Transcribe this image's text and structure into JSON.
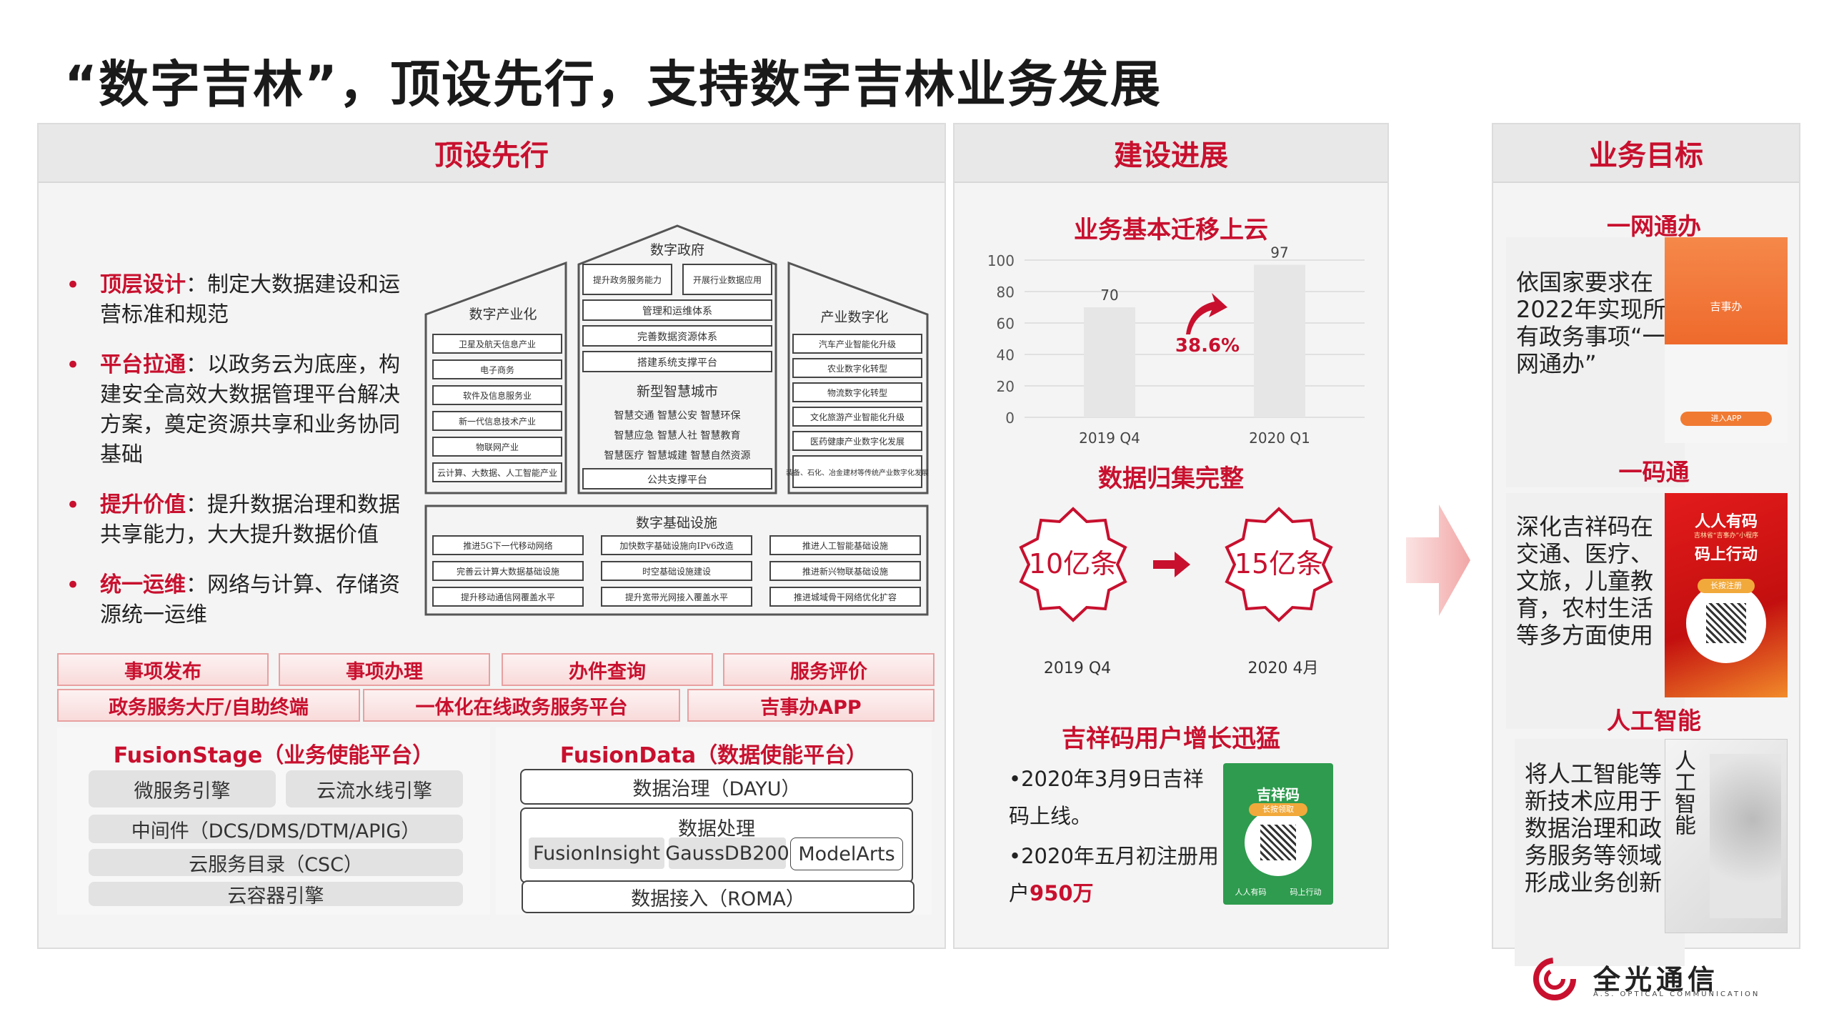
{
  "title": "“数字吉林”，顶设先行，支持数字吉林业务发展",
  "left": {
    "header": "顶设先行",
    "bullets": [
      {
        "key": "顶层设计",
        "text": "：制定大数据建设和运营标准和规范"
      },
      {
        "key": "平台拉通",
        "text": "：以政务云为底座，构建安全高效大数据管理平台解决方案，奠定资源共享和业务协同基础"
      },
      {
        "key": "提升价值",
        "text": "：提升数据治理和数据共享能力，大大提升数据价值"
      },
      {
        "key": "统一运维",
        "text": "：网络与计算、存储资源统一运维"
      }
    ],
    "diagram": {
      "gov_title": "数字政府",
      "gov_top": [
        "提升政务服务能力",
        "开展行业数据应用"
      ],
      "gov_rows": [
        "管理和运维体系",
        "完善数据资源体系",
        "搭建系统支撑平台"
      ],
      "city_title": "新型智慧城市",
      "city_rows": [
        "智慧交通  智慧公安  智慧环保",
        "智慧应急  智慧人社  智慧教育",
        "智慧医疗  智慧城建  智慧自然资源"
      ],
      "city_bottom": "公共支撑平台",
      "ind_title": "数字产业化",
      "ind_rows": [
        "卫星及航天信息产业",
        "电子商务",
        "软件及信息服务业",
        "新一代信息技术产业",
        "物联网产业",
        "云计算、大数据、人工智能产业"
      ],
      "dig_title": "产业数字化",
      "dig_rows": [
        "汽车产业智能化升级",
        "农业数字化转型",
        "物流数字化转型",
        "文化旅游产业智能化升级",
        "医药健康产业数字化发展",
        "装备、石化、冶金建材等传统产业数字化发展"
      ],
      "infra_title": "数字基础设施",
      "infra_rows": [
        [
          "推进5G下一代移动网络",
          "加快数字基础设施向IPv6改造",
          "推进人工智能基础设施"
        ],
        [
          "完善云计算大数据基础设施",
          "时空基础设施建设",
          "推进新兴物联基础设施"
        ],
        [
          "提升移动通信网覆盖水平",
          "提升宽带光网接入覆盖水平",
          "推进城域骨干网络优化扩容"
        ]
      ]
    },
    "tags_top": [
      "事项发布",
      "事项办理",
      "办件查询",
      "服务评价"
    ],
    "tags_bottom": [
      "政务服务大厅/自助终端",
      "一体化在线政务服务平台",
      "吉事办APP"
    ],
    "fusionstage": {
      "title": "FusionStage（业务使能平台）",
      "row1": [
        "微服务引擎",
        "云流水线引擎"
      ],
      "row2": "中间件（DCS/DMS/DTM/APIG）",
      "row3": "云服务目录（CSC）",
      "row4": "云容器引擎"
    },
    "fusiondata": {
      "title": "FusionData（数据使能平台）",
      "governance": "数据治理（DAYU）",
      "processing": "数据处理",
      "tools": [
        "FusionInsight",
        "GaussDB200",
        "ModelArts"
      ],
      "ingest": "数据接入（ROMA）"
    }
  },
  "middle": {
    "header": "建设进展",
    "cloud_title": "业务基本迁移上云",
    "growth": "38.6%",
    "data_title": "数据归集完整",
    "data_from": {
      "value": "10亿条",
      "label": "2019 Q4"
    },
    "data_to": {
      "value": "15亿条",
      "label": "2020 4月"
    },
    "jxm_title": "吉祥码用户增长迅猛",
    "jxm_text1": "•2020年3月9日吉祥码上线。",
    "jxm_text2_a": "•2020年五月初注册用户",
    "jxm_text2_b": "950万",
    "jxm_phone": {
      "head": "吉祥码",
      "sub": "长按领取",
      "foot_a": "人人有码",
      "foot_b": "码上行动"
    }
  },
  "chart_data": {
    "type": "bar",
    "title": "业务基本迁移上云",
    "categories": [
      "2019 Q4",
      "2020 Q1"
    ],
    "values": [
      70,
      97
    ],
    "ylim": [
      0,
      100
    ],
    "yticks": [
      0,
      20,
      40,
      60,
      80,
      100
    ],
    "annotation": "38.6%",
    "colors": {
      "bar": "#e6e6e6",
      "accent": "#c8102e"
    }
  },
  "right": {
    "header": "业务目标",
    "goals": [
      {
        "title": "一网通办",
        "text": "依国家要求在2022年实现所有政务事项“一网通办”"
      },
      {
        "title": "一码通",
        "text": "深化吉祥码在交通、医疗、文旅，儿童教育，农村生活等多方面使用"
      },
      {
        "title": "人工智能",
        "text": "将人工智能等新技术应用于数据治理和政务服务等领域形成业务创新"
      }
    ],
    "app1": {
      "brand": "吉事办",
      "btn": "进入APP"
    },
    "app2": {
      "head": "人人有码",
      "sub": "吉林省“吉事办”小程序",
      "big": "码上行动",
      "btn": "长按注册"
    },
    "book": {
      "title": "人工智能"
    }
  },
  "logo": {
    "name": "全光通信",
    "sub": "A.S. OPTICAL COMMUNICATION"
  }
}
